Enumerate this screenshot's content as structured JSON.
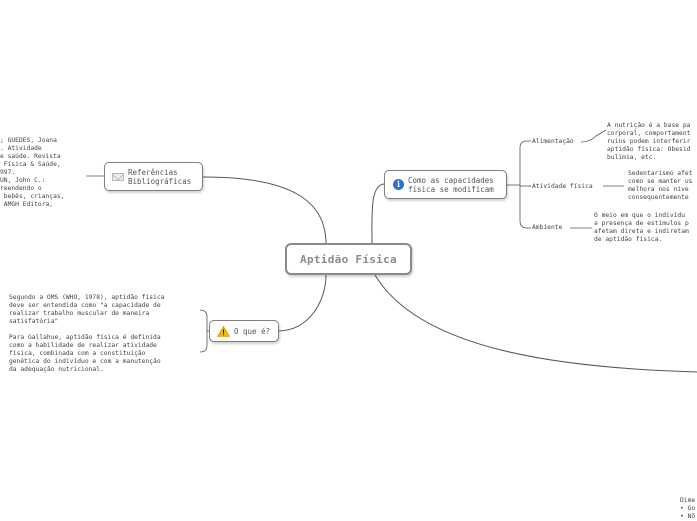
{
  "central": {
    "title": "Aptidão Física"
  },
  "referencias": {
    "label": "Referências\nBibliográficas",
    "icon": "envelope-icon",
    "text": "; GUEDES, Joana\n. Atividade\ne saúde. Revista\n Física & Saúde,\n997.\nUN, John C.:\nreendendo o\n bebês, crianças,\n AMGH Editora,"
  },
  "capacidades": {
    "label": "Como as capacidades\nfísica se modificam",
    "icon": "info-icon",
    "children": [
      {
        "label": "Alimentação",
        "text": "A nutrição é a base pa\ncorporal, comportament\nruins podem interferir\naptidão física: Obesid\nbulimia, etc."
      },
      {
        "label": "Atividade física",
        "text": "Sedentarismo afet\ncomo se manter us\nmelhora nos níve\nconsequentemente"
      },
      {
        "label": "Ambiente",
        "text": "O meio em que o indivídu\na presença de estímulos p\nafetam direta e indiretam\nde aptidão física."
      }
    ]
  },
  "oque": {
    "label": "O que é?",
    "icon": "warning-icon",
    "text1": "Segundo a OMS (WHO, 1978), aptidão física\ndeve ser entendida como \"a capacidade de\nrealizar trabalho muscular de maneira\nsatisfatória\"",
    "text2": "Para Gallahue, aptidão física é definida\ncomo a habilidade de realizar atividade\nfísica, combinada com a constituição\ngenética do indivíduo e com a manutenção\nda adequação nutricional."
  },
  "dimensoes": {
    "text": "Dime\n• Go\n• Nõ"
  }
}
